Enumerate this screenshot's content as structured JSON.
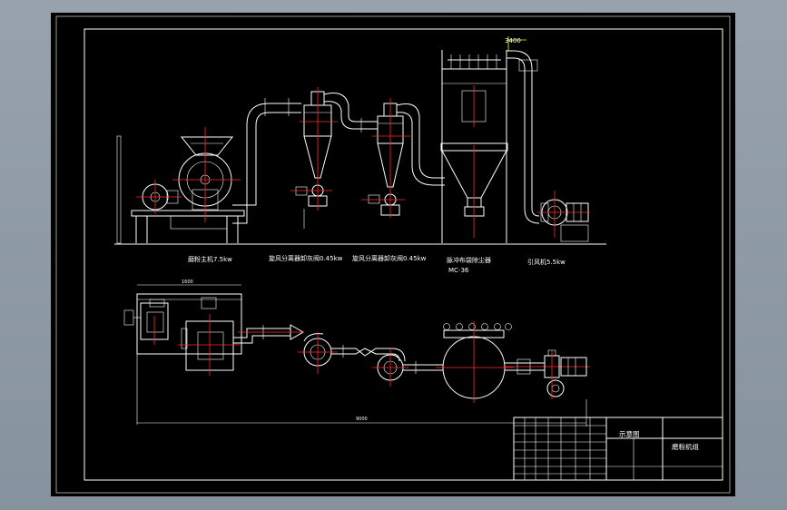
{
  "labels": {
    "main_mill": "磨粉主机7.5kw",
    "cyclone_1": "旋风分离器卸灰阀0.45kw",
    "cyclone_2": "旋风分离器卸灰阀0.45kw",
    "bag_filter": "脉冲布袋除尘器",
    "bag_filter_model": "MC-36",
    "induced_fan": "引风机5.5kw",
    "dim_top": "3400",
    "dim_plan_top": "1600",
    "dim_plan_bottom": "9000"
  },
  "title_block": {
    "drawing_type": "示意图",
    "project_name": "磨粉机组"
  },
  "colors": {
    "background": "#000000",
    "frame": "#ffffff",
    "centerline": "#ff2a2a",
    "dimension": "#ffff00",
    "viewport": "#8f9aa7"
  }
}
